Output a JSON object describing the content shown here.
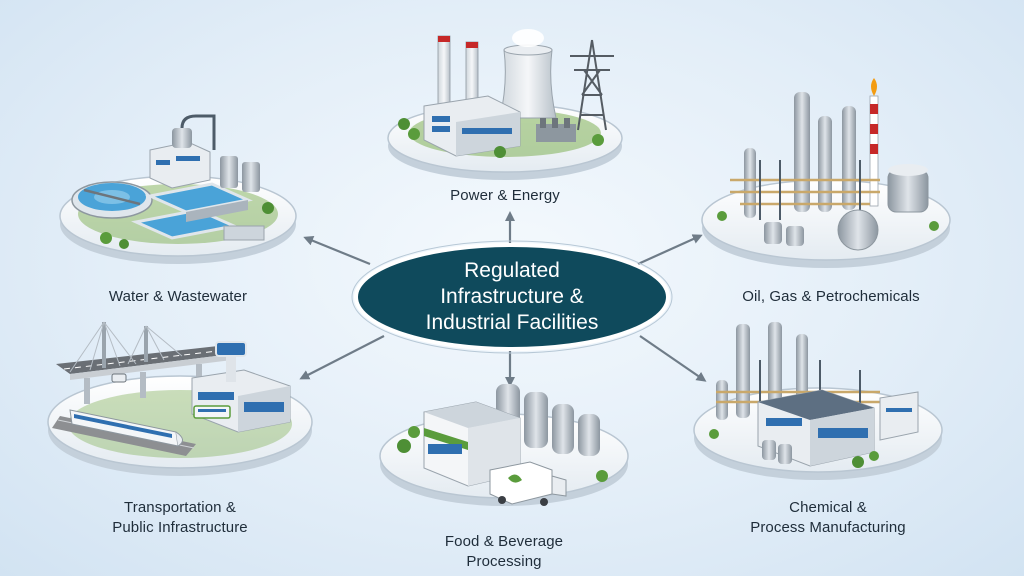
{
  "hub": {
    "lines": [
      "Regulated",
      "Infrastructure &",
      "Industrial Facilities"
    ]
  },
  "sectors": {
    "power": {
      "lines": [
        "Power & Energy"
      ]
    },
    "water": {
      "lines": [
        "Water & Wastewater"
      ]
    },
    "oil": {
      "lines": [
        "Oil, Gas & Petrochemicals"
      ]
    },
    "transport": {
      "lines": [
        "Transportation &",
        "Public Infrastructure"
      ]
    },
    "food": {
      "lines": [
        "Food & Beverage",
        "Processing"
      ]
    },
    "chemical": {
      "lines": [
        "Chemical &",
        "Process Manufacturing"
      ]
    }
  },
  "colors": {
    "hub_fill": "#0f4a5c",
    "hub_border": "#ffffff",
    "arrow": "#6f7c88",
    "platform_top": "#f3f6f9",
    "platform_edge": "#b9c6d2",
    "grass": "#5a9c3c",
    "water": "#4aa3d8",
    "steel": "#a9b3bd",
    "glass": "#2f6fb0",
    "building": "#e9edf1",
    "road": "#6a6f75",
    "flare_red": "#c62828"
  },
  "icons": {
    "power": "power-plant-icon",
    "water": "water-treatment-icon",
    "oil": "refinery-icon",
    "transport": "transport-hub-icon",
    "food": "food-plant-icon",
    "chemical": "chemical-plant-icon"
  }
}
